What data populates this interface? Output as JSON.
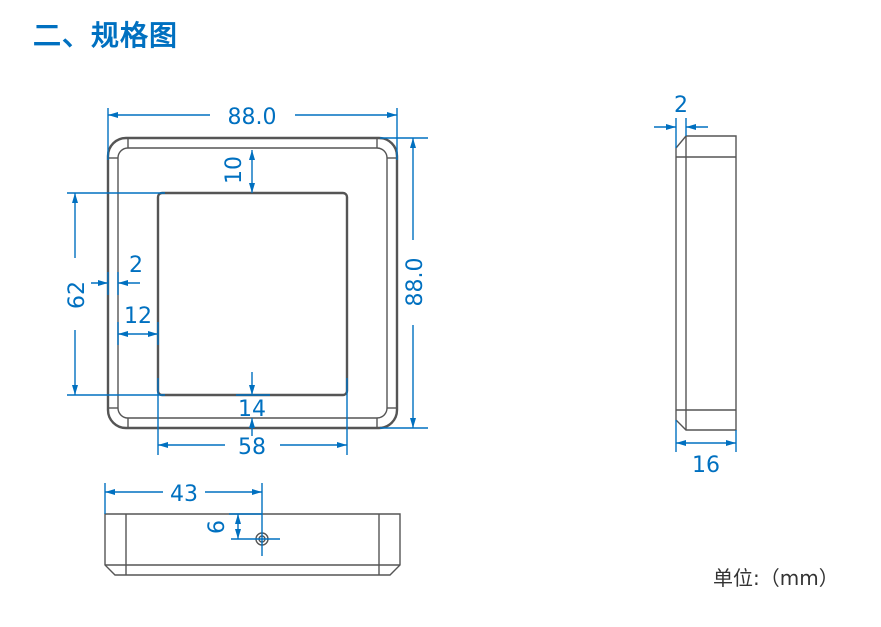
{
  "title": "二、规格图",
  "units": "单位:（mm）",
  "front_view": {
    "width_label": "88.0",
    "height_label": "88.0",
    "window_height_label": "62",
    "window_width_label": "58",
    "top_margin_label": "10",
    "bottom_margin_label": "14",
    "left_margin_label": "12",
    "bezel_label": "2"
  },
  "side_view": {
    "bevel_label": "2",
    "depth_label": "16"
  },
  "bottom_view": {
    "hole_offset_x_label": "43",
    "hole_offset_y_label": "6"
  },
  "colors": {
    "dimension": "#0070c0",
    "outline": "#555555",
    "title": "#0070c0"
  }
}
